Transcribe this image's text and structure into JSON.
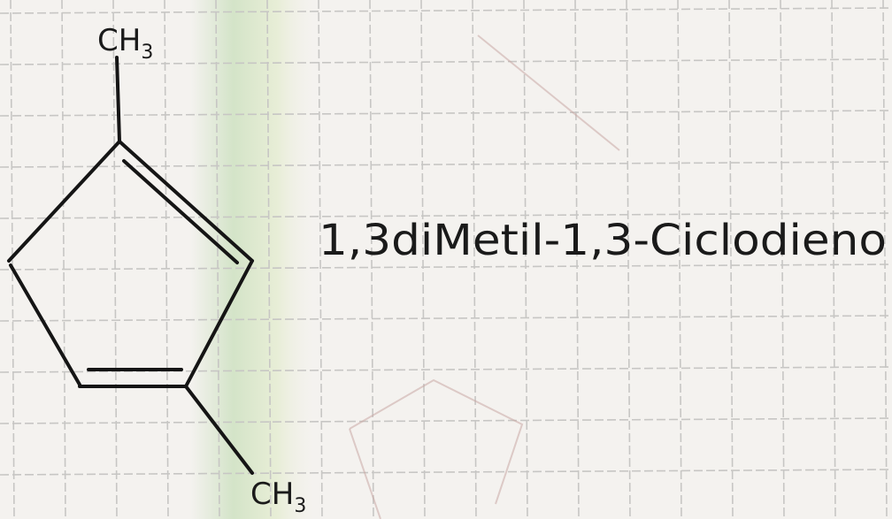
{
  "molecule": {
    "methyl_top": "CH",
    "methyl_top_sub": "3",
    "methyl_bottom": "CH",
    "methyl_bottom_sub": "3",
    "name": "1,3diMetil-1,3-Ciclodieno"
  },
  "colors": {
    "paper": "#f4f2ef",
    "grid_line": "#c7c6c4",
    "ink": "#151515",
    "highlight": "#b9d8a8"
  }
}
